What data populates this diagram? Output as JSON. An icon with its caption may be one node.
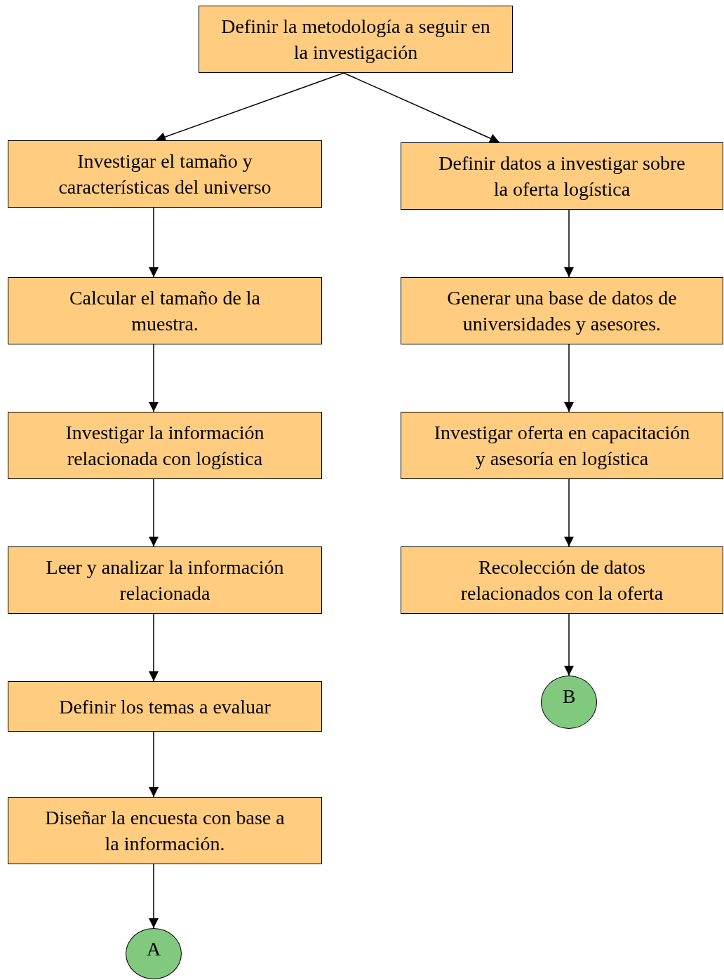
{
  "diagram": {
    "nodes": [
      {
        "text": [
          "Definir la metodología a seguir en la investigación"
        ]
      },
      {
        "text": [
          "Investigar el tamaño y características del universo"
        ]
      },
      {
        "text": [
          "Calcular el tamaño de la muestra."
        ]
      },
      {
        "text": [
          "Investigar la información relacionada con logística"
        ]
      },
      {
        "text": [
          "Leer y analizar la información relacionada"
        ]
      },
      {
        "text": [
          "Definir los temas a evaluar"
        ]
      },
      {
        "text": [
          "Diseñar la encuesta con base a la información."
        ]
      },
      {
        "text": [
          "A"
        ]
      },
      {
        "text": [
          "Definir datos a investigar sobre la oferta logística"
        ]
      },
      {
        "text": [
          "Generar una base de datos de universidades y asesores."
        ]
      },
      {
        "text": [
          "Investigar oferta en capacitación y asesoría en logística"
        ]
      },
      {
        "text": [
          "Recolección de datos relacionados con la oferta"
        ]
      },
      {
        "text": [
          "B"
        ]
      }
    ],
    "edges": [
      {
        "from": 0,
        "to": 1,
        "arrow": "to"
      },
      {
        "from": 0,
        "to": 8,
        "arrow": "to"
      },
      {
        "from": 1,
        "to": 2,
        "arrow": "to"
      },
      {
        "from": 2,
        "to": 3,
        "arrow": "to"
      },
      {
        "from": 3,
        "to": 4,
        "arrow": "to"
      },
      {
        "from": 4,
        "to": 5,
        "arrow": "to"
      },
      {
        "from": 5,
        "to": 6,
        "arrow": "to"
      },
      {
        "from": 6,
        "to": 7,
        "arrow": "to"
      },
      {
        "from": 8,
        "to": 9,
        "arrow": "to"
      },
      {
        "from": 9,
        "to": 10,
        "arrow": "to"
      },
      {
        "from": 10,
        "to": 11,
        "arrow": "to"
      },
      {
        "from": 11,
        "to": 12,
        "arrow": "to"
      }
    ]
  }
}
